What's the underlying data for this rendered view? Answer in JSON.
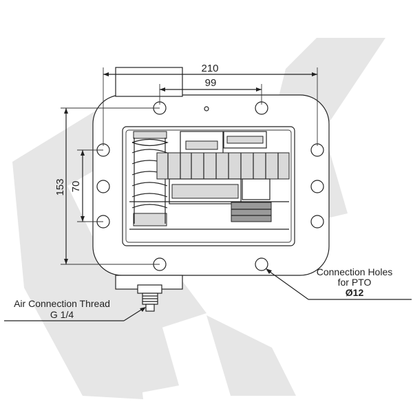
{
  "dimensions": {
    "overall_width": "210",
    "bolt_spacing": "99",
    "overall_height": "153",
    "inner_bolt_spacing": "70"
  },
  "callouts": {
    "air_connection": {
      "line1": "Air Connection Thread",
      "line2": "G 1/4"
    },
    "connection_holes": {
      "line1": "Connection Holes",
      "line2": "for PTO",
      "line3": "Ø12"
    }
  },
  "colors": {
    "line": "#222222",
    "watermark": "#e6e6e6",
    "gear_shade": "#d9d9d9"
  }
}
